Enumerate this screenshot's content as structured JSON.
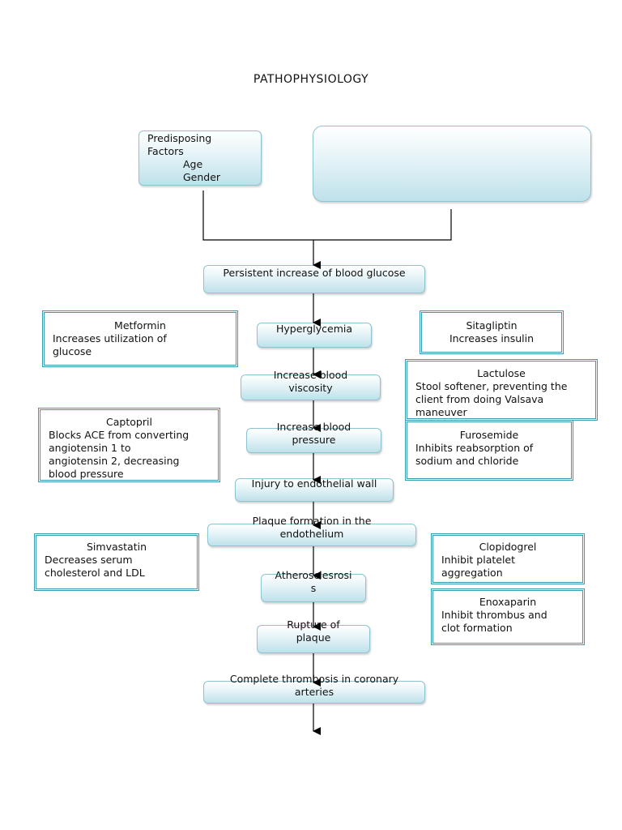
{
  "title": "PATHOPHYSIOLOGY",
  "predisposing": {
    "label_line1": "Predisposing",
    "label_line2": "Factors",
    "factor1": "Age",
    "factor2": "Gender"
  },
  "flow": {
    "step1": "Persistent increase of blood glucose",
    "step2": "Hyperglycemia",
    "step3_l1": "Increase blood",
    "step3_l2": "viscosity",
    "step4_l1": "Increase blood",
    "step4_l2": "pressure",
    "step5": "Injury to endothelial wall",
    "step6_l1": "Plaque formation in the",
    "step6_l2": "endothelium",
    "step7_l1": "Atherosclesrosi",
    "step7_l2": "s",
    "step8_l1": "Rupture of",
    "step8_l2": "plaque",
    "step9_l1": "Complete thrombosis in coronary",
    "step9_l2": "arteries"
  },
  "drugs": {
    "metformin": {
      "name": "Metformin",
      "l1": "Increases utilization of",
      "l2": "glucose"
    },
    "sitagliptin": {
      "name": "Sitagliptin",
      "l1": "Increases insulin"
    },
    "lactulose": {
      "name": "Lactulose",
      "l1": "Stool softener, preventing the",
      "l2": "client from doing Valsava",
      "l3": "maneuver"
    },
    "captopril": {
      "name": "Captopril",
      "l1": "Blocks ACE from converting",
      "l2": "angiotensin 1 to",
      "l3": "angiotensin 2, decreasing",
      "l4": "blood pressure"
    },
    "furosemide": {
      "name": "Furosemide",
      "l1": "Inhibits reabsorption of",
      "l2": "sodium and chloride"
    },
    "simvastatin": {
      "name": "Simvastatin",
      "l1": "Decreases serum",
      "l2": "cholesterol and LDL"
    },
    "clopidogrel": {
      "name": "Clopidogrel",
      "l1": "Inhibit platelet",
      "l2": "aggregation"
    },
    "enoxaparin": {
      "name": "Enoxaparin",
      "l1": "Inhibit thrombus and",
      "l2": "clot formation"
    }
  }
}
